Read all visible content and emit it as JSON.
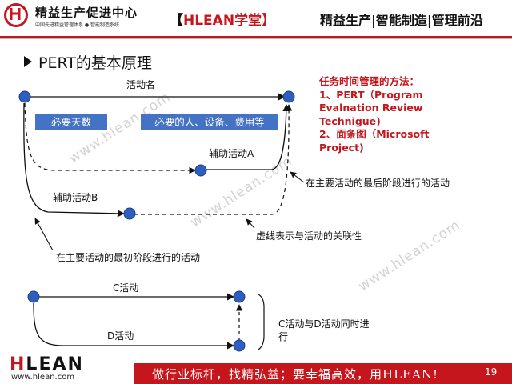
{
  "header": {
    "brand_title": "精益生产促进中心",
    "brand_subtitle": "中国先进精益管理体系 ● 智能制造系统",
    "center_prefix": "【",
    "center_brand": "HLEAN",
    "center_suffix": "学堂】",
    "right_text": "精益生产|智能制造|管理前沿",
    "accent_color": "#c4161c"
  },
  "slide": {
    "title": "PERT的基本原理"
  },
  "diagram": {
    "main_activity_label": "活动名",
    "box_required_days": "必要天数",
    "box_required_resources": "必要的人、设备、费用等",
    "aux_activity_a": "辅助活动A",
    "aux_activity_b": "辅助活动B",
    "note_last_stage": "在主要活动的最后阶段进行的活动",
    "note_dashed": "虚线表示与活动的关联性",
    "note_first_stage": "在主要活动的最初阶段进行的活动",
    "c_activity": "C活动",
    "d_activity": "D活动",
    "cd_note_line1": "C活动与D活动同时进",
    "cd_note_line2": "行",
    "box_color": "#4472c4",
    "node_color": "#2e5fc0"
  },
  "methods": {
    "heading": "任务时间管理的方法：",
    "line1": "1、PERT（Program",
    "line2": "Evalnation Review",
    "line3": "Technigue)",
    "line4": "2、面条图（Microsoft",
    "line5": "Project)"
  },
  "watermark": {
    "text": "www.hlean.com"
  },
  "footer": {
    "logo_h": "H",
    "logo_rest": "LEAN",
    "url": "www.hlean.com",
    "slogan": "做行业标杆，找精弘益；要幸福高效，用HLEAN!",
    "page_number": "19"
  }
}
